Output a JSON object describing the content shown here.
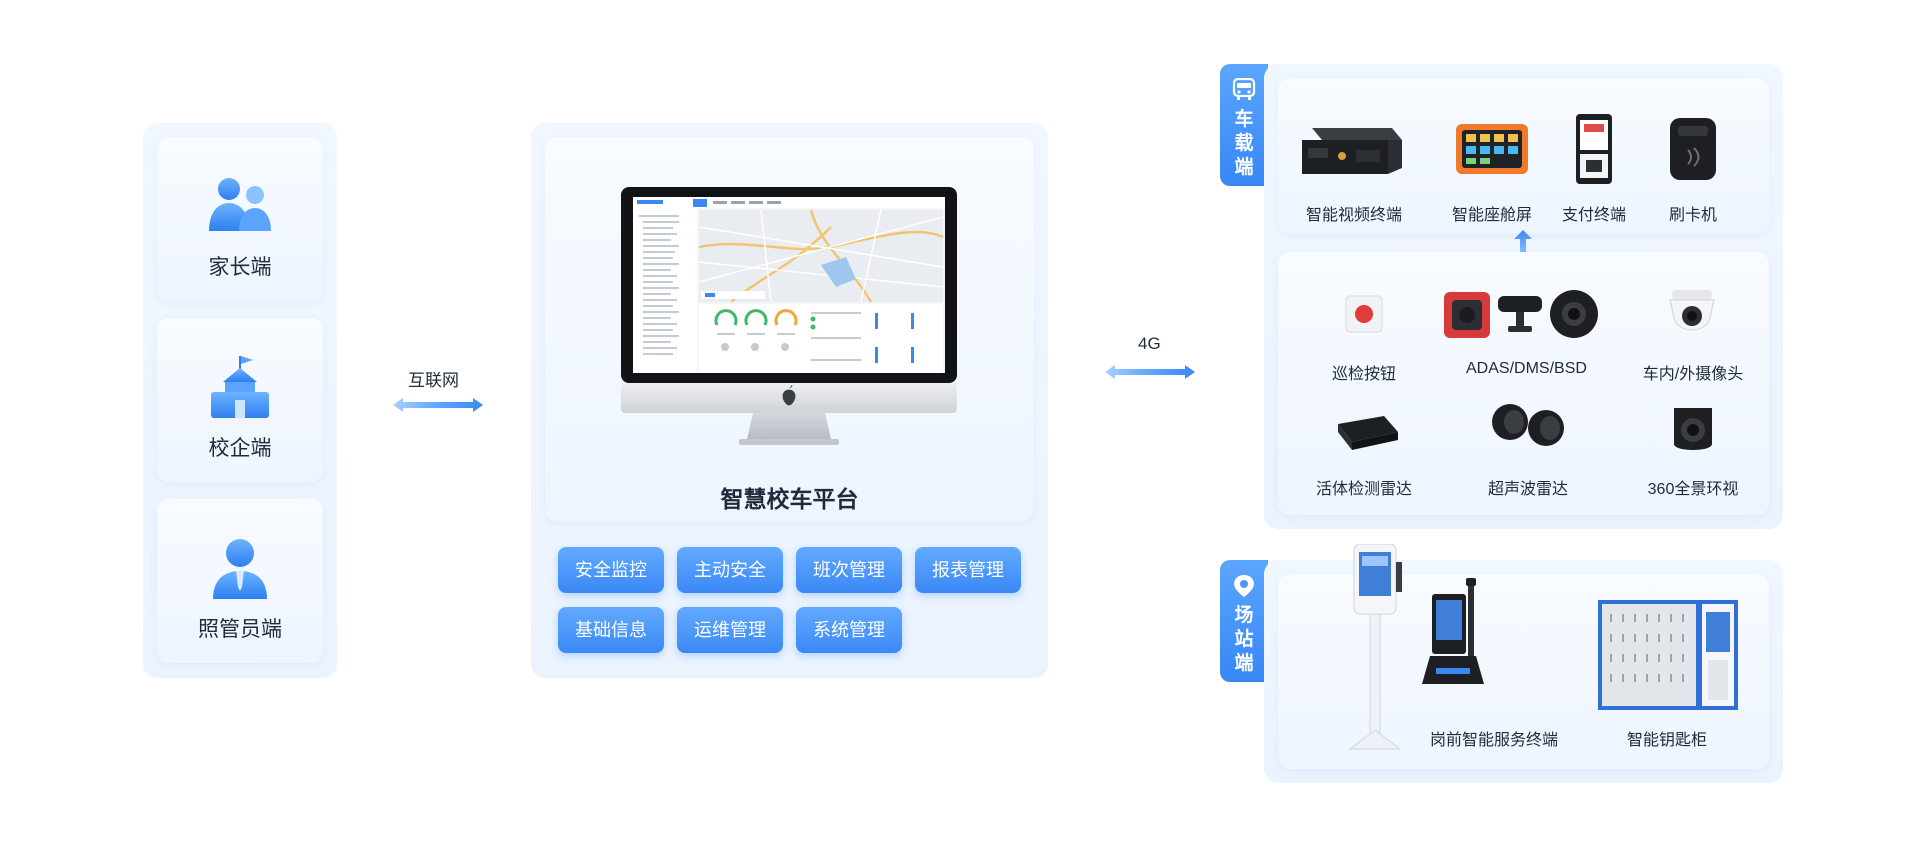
{
  "left": {
    "roles": [
      {
        "label": "家长端",
        "icon": "parents-icon"
      },
      {
        "label": "校企端",
        "icon": "school-icon"
      },
      {
        "label": "照管员端",
        "icon": "caretaker-icon"
      }
    ]
  },
  "links": {
    "internet": "互联网",
    "network_4g": "4G"
  },
  "center": {
    "title": "智慧校车平台",
    "modules": [
      "安全监控",
      "主动安全",
      "班次管理",
      "报表管理",
      "基础信息",
      "运维管理",
      "系统管理"
    ]
  },
  "vehicle": {
    "tab_label": "车载端",
    "top_devices": [
      "智能视频终端",
      "智能座舱屏",
      "支付终端",
      "刷卡机"
    ],
    "bottom_devices": [
      "巡检按钮",
      "ADAS/DMS/BSD",
      "车内/外摄像头",
      "活体检测雷达",
      "超声波雷达",
      "360全景环视"
    ]
  },
  "station": {
    "tab_label": "场站端",
    "devices": [
      "岗前智能服务终端",
      "智能钥匙柜"
    ]
  },
  "colors": {
    "accent": "#3a88f5",
    "panel_bg": "#eaf3ff"
  }
}
